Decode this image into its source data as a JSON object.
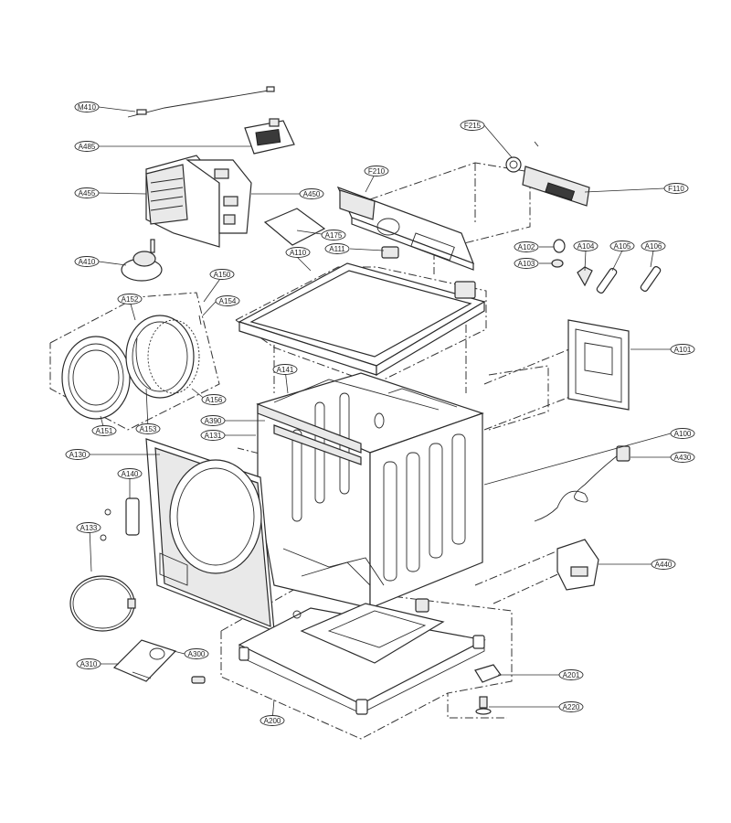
{
  "callouts": [
    {
      "id": "M410",
      "label": "M410"
    },
    {
      "id": "A485",
      "label": "A485"
    },
    {
      "id": "A455",
      "label": "A455"
    },
    {
      "id": "A450",
      "label": "A450"
    },
    {
      "id": "A175",
      "label": "A175"
    },
    {
      "id": "A410",
      "label": "A410"
    },
    {
      "id": "F215",
      "label": "F215"
    },
    {
      "id": "F210",
      "label": "F210"
    },
    {
      "id": "F110",
      "label": "F110"
    },
    {
      "id": "A110",
      "label": "A110"
    },
    {
      "id": "A111",
      "label": "A111"
    },
    {
      "id": "A102",
      "label": "A102"
    },
    {
      "id": "A103",
      "label": "A103"
    },
    {
      "id": "A104",
      "label": "A104"
    },
    {
      "id": "A105",
      "label": "A105"
    },
    {
      "id": "A106",
      "label": "A106"
    },
    {
      "id": "A150",
      "label": "A150"
    },
    {
      "id": "A154",
      "label": "A154"
    },
    {
      "id": "A152",
      "label": "A152"
    },
    {
      "id": "A156",
      "label": "A156"
    },
    {
      "id": "A151",
      "label": "A151"
    },
    {
      "id": "A153",
      "label": "A153"
    },
    {
      "id": "A101",
      "label": "A101"
    },
    {
      "id": "A141",
      "label": "A141"
    },
    {
      "id": "A390",
      "label": "A390"
    },
    {
      "id": "A131",
      "label": "A131"
    },
    {
      "id": "A100",
      "label": "A100"
    },
    {
      "id": "A130",
      "label": "A130"
    },
    {
      "id": "A430",
      "label": "A430"
    },
    {
      "id": "A140",
      "label": "A140"
    },
    {
      "id": "A133",
      "label": "A133"
    },
    {
      "id": "A440",
      "label": "A440"
    },
    {
      "id": "A300",
      "label": "A300"
    },
    {
      "id": "A310",
      "label": "A310"
    },
    {
      "id": "A201",
      "label": "A201"
    },
    {
      "id": "A220",
      "label": "A220"
    },
    {
      "id": "A200",
      "label": "A200"
    }
  ]
}
